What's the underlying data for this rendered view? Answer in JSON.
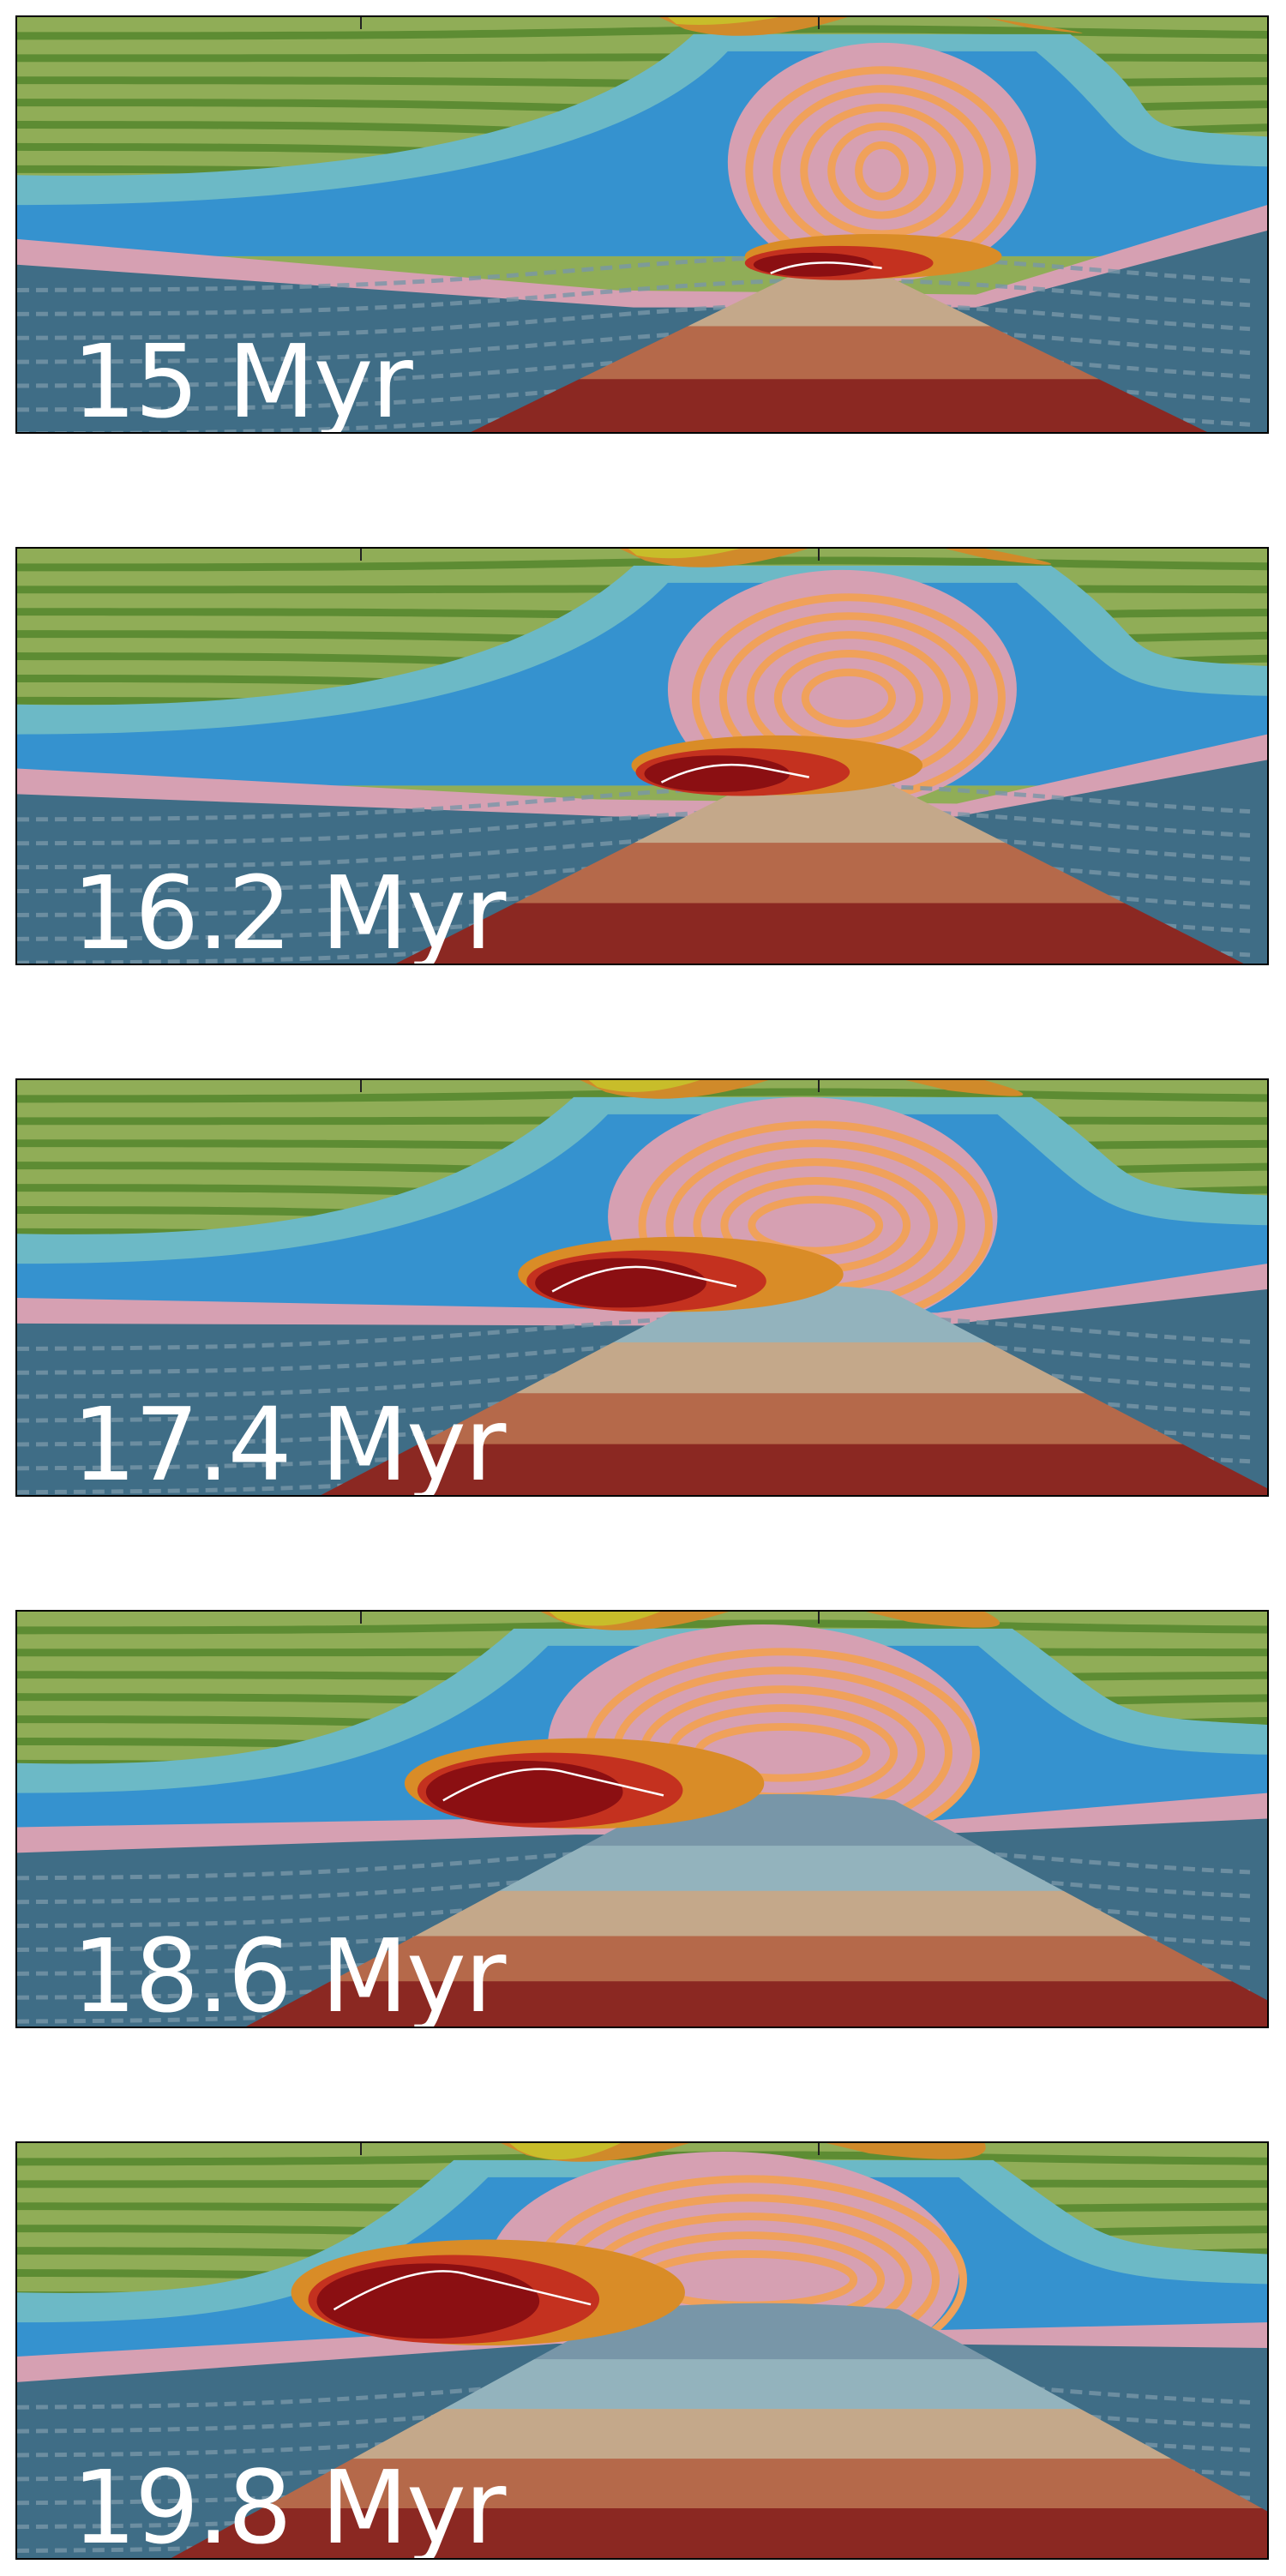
{
  "colors": {
    "upper_crust_light": "#90ad57",
    "upper_crust_dark": "#5d8c33",
    "sediment_yellow": "#c8bd2a",
    "sediment_orange": "#d08a2a",
    "lower_crust_pink": "#d6a0b2",
    "lower_crust_orange": "#f0a15a",
    "mid_crust_blue": "#3592cf",
    "mid_crust_teal": "#6cb9c6",
    "melt_dark_red": "#8b0f12",
    "melt_red": "#c4311f",
    "melt_orange": "#d98c27",
    "melt_khaki": "#c9b779",
    "lithosphere_slate": "#3f6d86",
    "lithosphere_grey": "#7896a8",
    "asth_pale_blue": "#93b3bd",
    "asth_tan": "#c4a88a",
    "asth_brown": "#b5694a",
    "asth_dark_red": "#8b2822"
  },
  "panels": [
    {
      "label": "15 Myr",
      "stage": 0.0
    },
    {
      "label": "16.2 Myr",
      "stage": 0.25
    },
    {
      "label": "17.4 Myr",
      "stage": 0.5
    },
    {
      "label": "18.6 Myr",
      "stage": 0.75
    },
    {
      "label": "19.8 Myr",
      "stage": 1.0
    }
  ]
}
